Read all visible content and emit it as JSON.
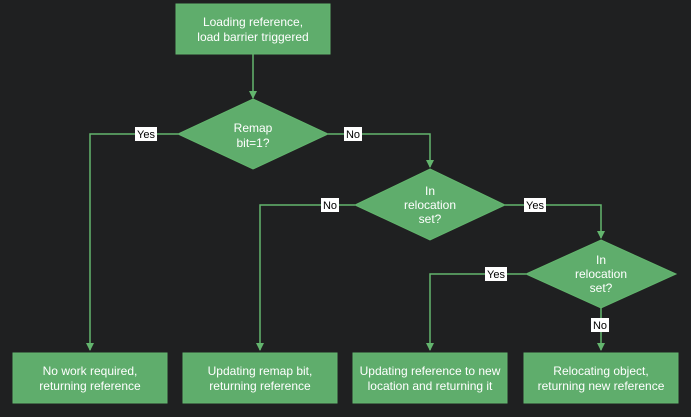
{
  "colors": {
    "background": "#1f2021",
    "node_fill": "#5fad6c",
    "edge": "#63b56e",
    "node_text": "#ffffff"
  },
  "nodes": {
    "start": {
      "lines": [
        "Loading reference,",
        "load barrier triggered"
      ]
    },
    "remap_decision": {
      "lines": [
        "Remap",
        "bit=1?"
      ]
    },
    "relocation_decision_1": {
      "lines": [
        "In",
        "relocation",
        "set?"
      ]
    },
    "relocation_decision_2": {
      "lines": [
        "In",
        "relocation",
        "set?"
      ]
    },
    "no_work": {
      "lines": [
        "No work required,",
        "returning reference"
      ]
    },
    "update_remap": {
      "lines": [
        "Updating remap bit,",
        "returning reference"
      ]
    },
    "update_location": {
      "lines": [
        "Updating reference to new",
        "location and returning it"
      ]
    },
    "relocate": {
      "lines": [
        "Relocating object,",
        "returning new reference"
      ]
    }
  },
  "edges": {
    "remap_yes": "Yes",
    "remap_no": "No",
    "rel1_no": "No",
    "rel1_yes": "Yes",
    "rel2_yes": "Yes",
    "rel2_no": "No"
  }
}
